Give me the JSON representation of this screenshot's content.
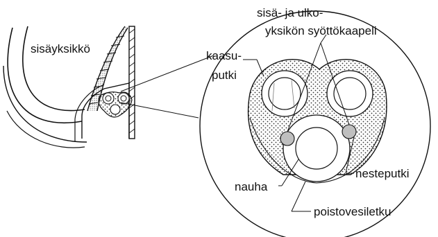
{
  "labels": {
    "indoor_unit": "sisäyksikkö",
    "supply_cable_line1": "sisä- ja ulko-",
    "supply_cable_line2": "yksikön syöttökaapeli",
    "gas_pipe_line1": "kaasu-",
    "gas_pipe_line2": "putki",
    "liquid_pipe": "nesteputki",
    "tape": "nauha",
    "drain_hose": "poistovesiletku"
  },
  "colors": {
    "line": "#1a1a1a",
    "insulation_dots": "#333333",
    "cable_fill": "#bfbfbf",
    "background": "#ffffff"
  }
}
